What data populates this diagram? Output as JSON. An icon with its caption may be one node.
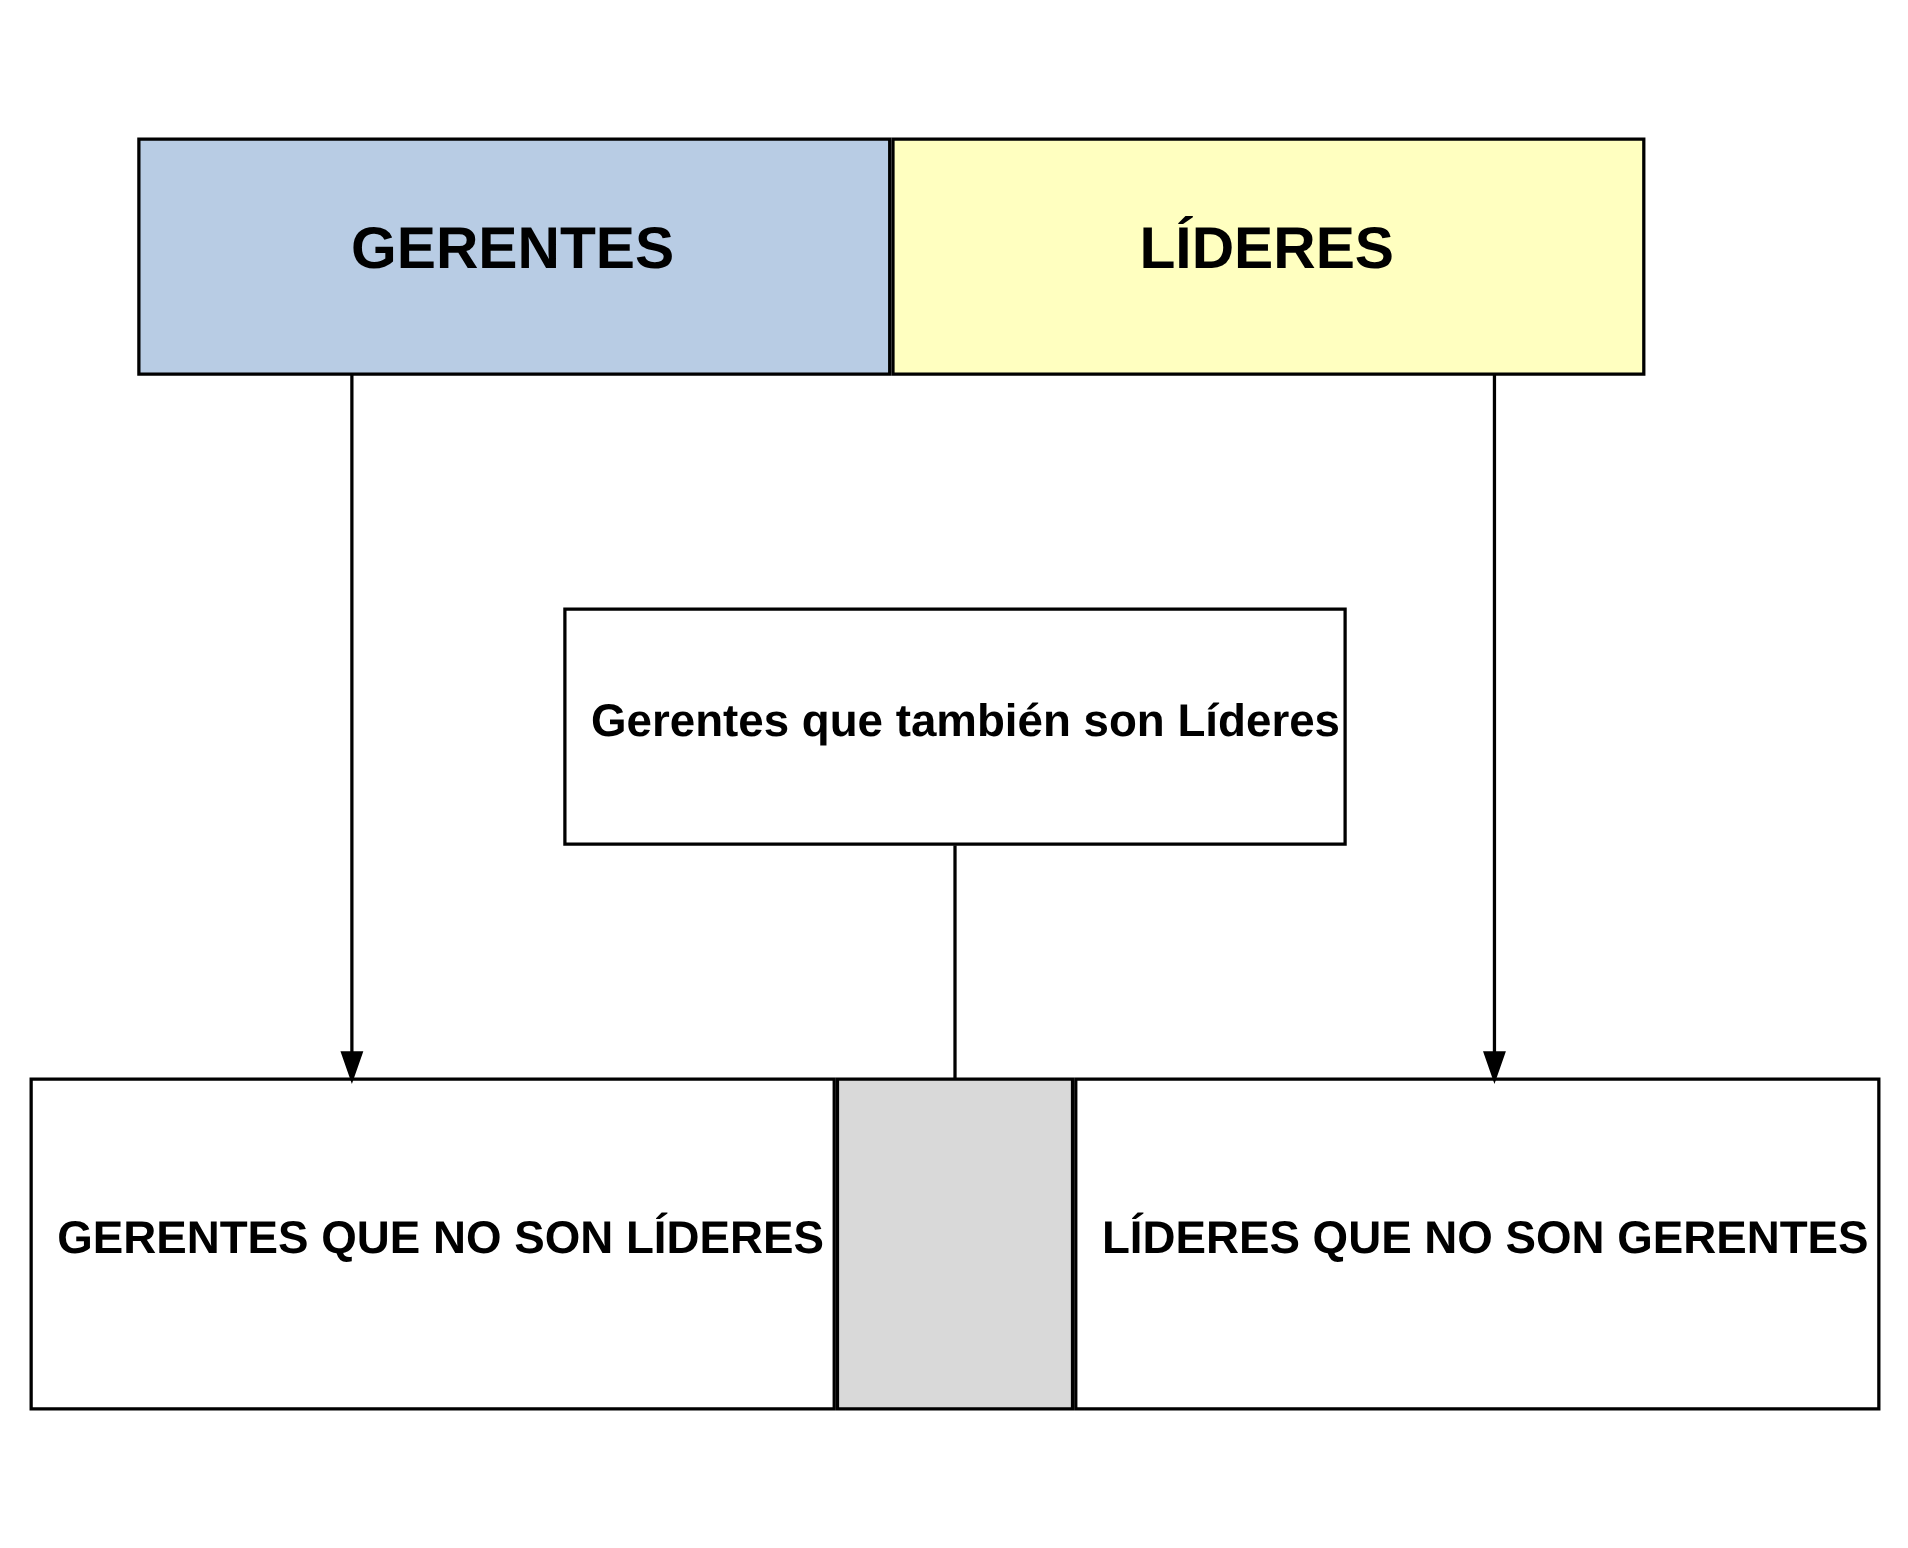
{
  "diagram": {
    "nodes": [
      {
        "text": [
          "GERENTES"
        ]
      },
      {
        "text": [
          "LÍDERES"
        ]
      },
      {
        "text": [
          "Gerentes que también son Líderes"
        ]
      },
      {
        "text": [
          "GERENTES QUE NO SON LÍDERES"
        ]
      },
      {
        "text": [],
        "shape": "box"
      },
      {
        "text": [
          "LÍDERES QUE NO SON GERENTES"
        ]
      }
    ],
    "edges": [
      {
        "from": 0,
        "to": 3,
        "arrow": "to"
      },
      {
        "from": 1,
        "to": 5,
        "arrow": "to"
      },
      {
        "from": 2,
        "to": 4,
        "arrow": "none"
      }
    ]
  }
}
